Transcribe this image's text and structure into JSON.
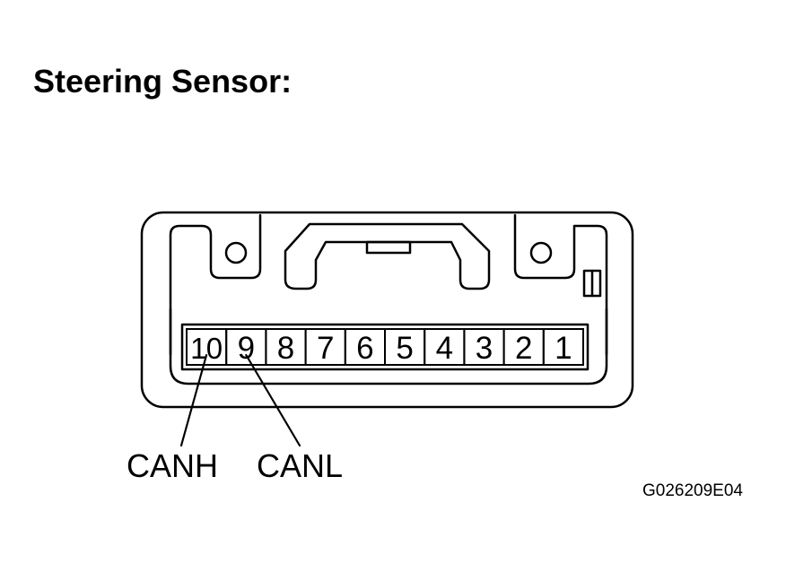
{
  "title": "Steering Sensor:",
  "connector": {
    "pins": [
      "10",
      "9",
      "8",
      "7",
      "6",
      "5",
      "4",
      "3",
      "2",
      "1"
    ]
  },
  "signals": [
    {
      "pin": "10",
      "label": "CANH"
    },
    {
      "pin": "9",
      "label": "CANL"
    }
  ],
  "figure_id": "G026209E04"
}
